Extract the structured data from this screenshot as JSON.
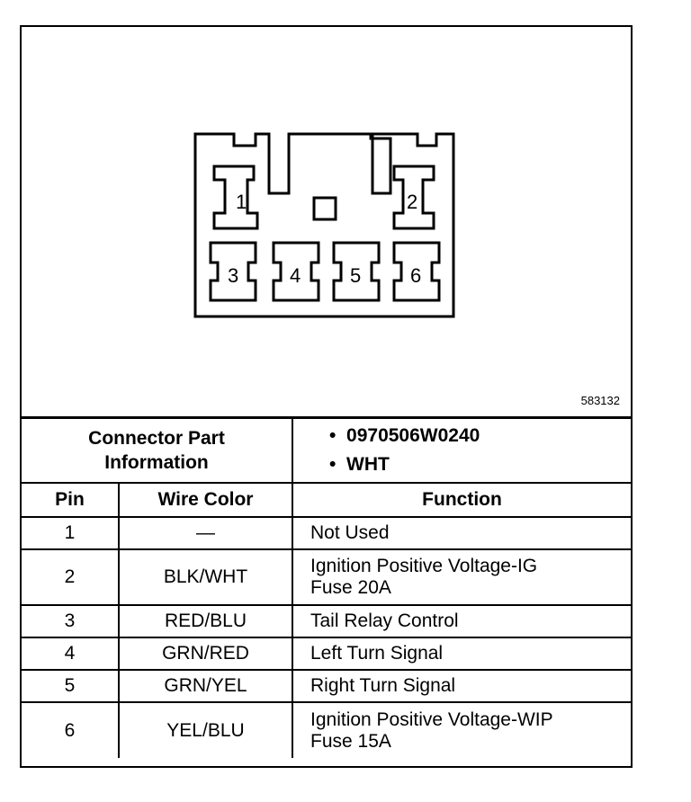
{
  "figure_id": "583132",
  "pins": [
    "1",
    "2",
    "3",
    "4",
    "5",
    "6"
  ],
  "connector_info": {
    "label_line1": "Connector Part",
    "label_line2": "Information",
    "part_number": "0970506W0240",
    "color": "WHT",
    "bullet": "•"
  },
  "headers": {
    "pin": "Pin",
    "wire_color": "Wire Color",
    "function": "Function"
  },
  "rows": [
    {
      "pin": "1",
      "wire": "—",
      "func1": "Not Used",
      "func2": ""
    },
    {
      "pin": "2",
      "wire": "BLK/WHT",
      "func1": "Ignition Positive Voltage-IG",
      "func2": "Fuse 20A"
    },
    {
      "pin": "3",
      "wire": "RED/BLU",
      "func1": "Tail Relay Control",
      "func2": ""
    },
    {
      "pin": "4",
      "wire": "GRN/RED",
      "func1": "Left Turn Signal",
      "func2": ""
    },
    {
      "pin": "5",
      "wire": "GRN/YEL",
      "func1": "Right Turn Signal",
      "func2": ""
    },
    {
      "pin": "6",
      "wire": "YEL/BLU",
      "func1": "Ignition Positive Voltage-WIP",
      "func2": "Fuse 15A"
    }
  ]
}
